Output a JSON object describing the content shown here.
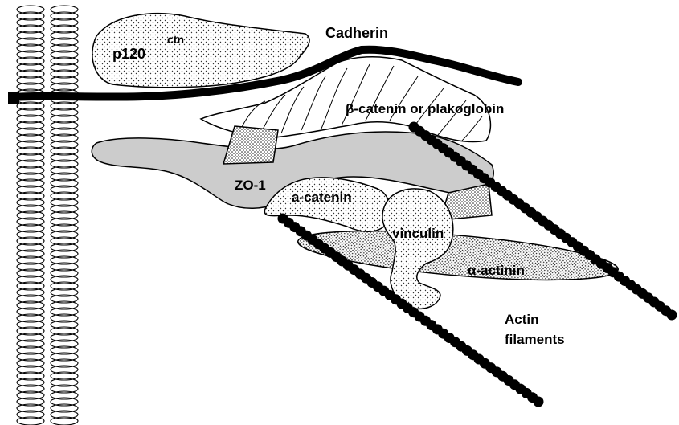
{
  "diagram": {
    "labels": {
      "p120": "p120",
      "ctn": "ctn",
      "cadherin": "Cadherin",
      "beta_catenin": "β-catenin or plakoglobin",
      "zo1": "ZO-1",
      "alpha_catenin": "a-catenin",
      "vinculin": "vinculin",
      "alpha_actinin": "α-actinin",
      "actin_line1": "Actin",
      "actin_line2": "filaments"
    },
    "colors": {
      "outline": "#000000",
      "zo1_fill": "#cccccc",
      "background": "#ffffff"
    }
  }
}
